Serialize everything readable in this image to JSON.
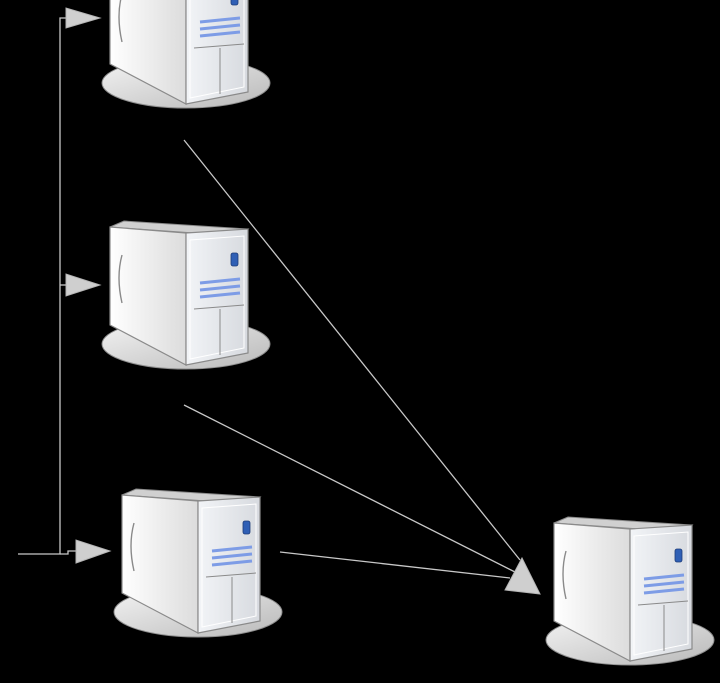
{
  "diagram": {
    "type": "network-topology",
    "background": "#000000",
    "line_color": "#c8c8c8",
    "arrow_color": "#c8c8c8",
    "nodes": [
      {
        "id": "server-top",
        "icon": "server-tower-icon"
      },
      {
        "id": "server-middle",
        "icon": "server-tower-icon"
      },
      {
        "id": "server-bottom",
        "icon": "server-tower-icon"
      },
      {
        "id": "server-destination",
        "icon": "server-tower-icon"
      }
    ],
    "edges": [
      {
        "from": "input",
        "to": "server-top"
      },
      {
        "from": "input",
        "to": "server-middle"
      },
      {
        "from": "input",
        "to": "server-bottom"
      },
      {
        "from": "server-top",
        "to": "server-destination"
      },
      {
        "from": "server-middle",
        "to": "server-destination"
      },
      {
        "from": "server-bottom",
        "to": "server-destination"
      }
    ]
  }
}
